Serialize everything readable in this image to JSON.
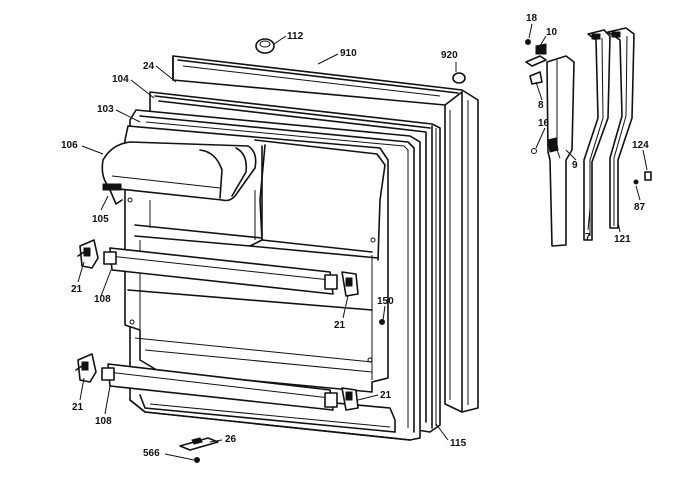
{
  "diagram": {
    "labels": {
      "p112": "112",
      "p910": "910",
      "p920": "920",
      "p24": "24",
      "p104": "104",
      "p103": "103",
      "p106": "106",
      "p105": "105",
      "p21a": "21",
      "p108a": "108",
      "p21b": "21",
      "p150": "150",
      "p21c": "21",
      "p108b": "108",
      "p21d": "21",
      "p115": "115",
      "p26": "26",
      "p566": "566",
      "p18": "18",
      "p10": "10",
      "p8": "8",
      "p16": "16",
      "p9": "9",
      "p7": "7",
      "p121": "121",
      "p124": "124",
      "p87": "87"
    }
  }
}
